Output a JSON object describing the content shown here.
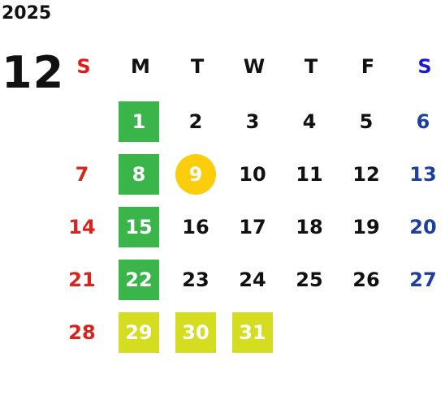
{
  "year": "2025",
  "month": "12",
  "weekdays": [
    "S",
    "M",
    "T",
    "W",
    "T",
    "F",
    "S"
  ],
  "weeks": [
    [
      "",
      "1",
      "2",
      "3",
      "4",
      "5",
      "6"
    ],
    [
      "7",
      "8",
      "9",
      "10",
      "11",
      "12",
      "13"
    ],
    [
      "14",
      "15",
      "16",
      "17",
      "18",
      "19",
      "20"
    ],
    [
      "21",
      "22",
      "23",
      "24",
      "25",
      "26",
      "27"
    ],
    [
      "28",
      "29",
      "30",
      "31",
      "",
      "",
      ""
    ]
  ],
  "colors": {
    "sunday_header": "#e41a1a",
    "saturday_header": "#1a1ad6",
    "sunday_day": "#d9231c",
    "saturday_day": "#1f3fa0",
    "green_highlight": "#3ab54a",
    "lime_highlight": "#d4dd20",
    "today_circle": "#fbcd0a"
  }
}
